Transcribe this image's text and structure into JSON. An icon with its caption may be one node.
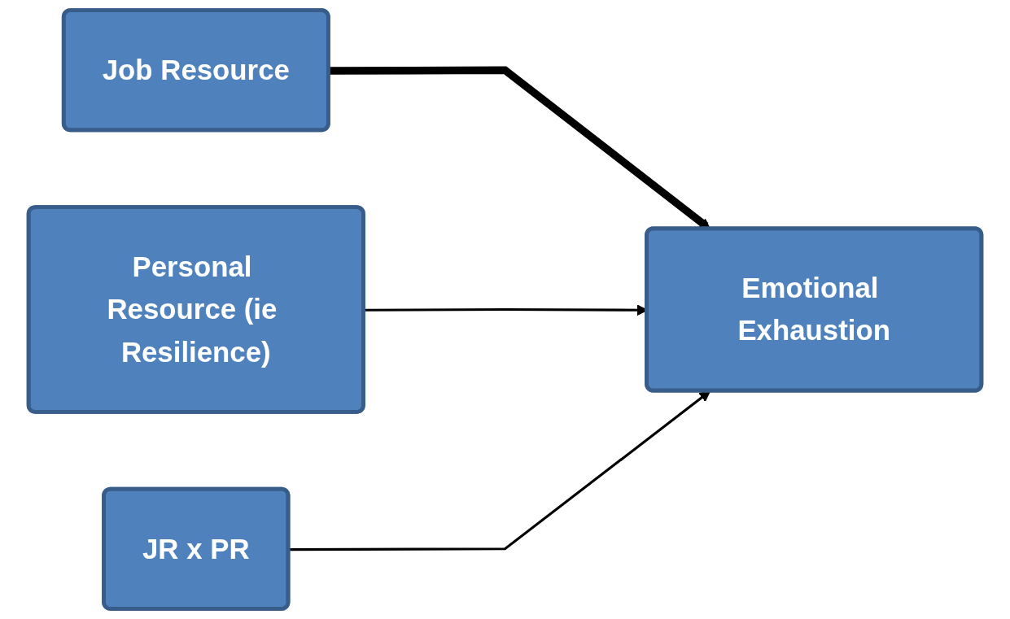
{
  "diagram": {
    "nodes": [
      {
        "text": [
          "Job Resource"
        ]
      },
      {
        "text": [
          "Personal Resource (ie Resilience)"
        ]
      },
      {
        "text": [
          "JR x PR"
        ]
      },
      {
        "text": [
          "Emotional Exhaustion"
        ]
      }
    ],
    "edges": [
      {
        "from": 0,
        "to": 3,
        "arrow": "to",
        "style": "thick"
      },
      {
        "from": 1,
        "to": 3,
        "arrow": "to"
      },
      {
        "from": 2,
        "to": 3,
        "arrow": "to"
      }
    ]
  }
}
